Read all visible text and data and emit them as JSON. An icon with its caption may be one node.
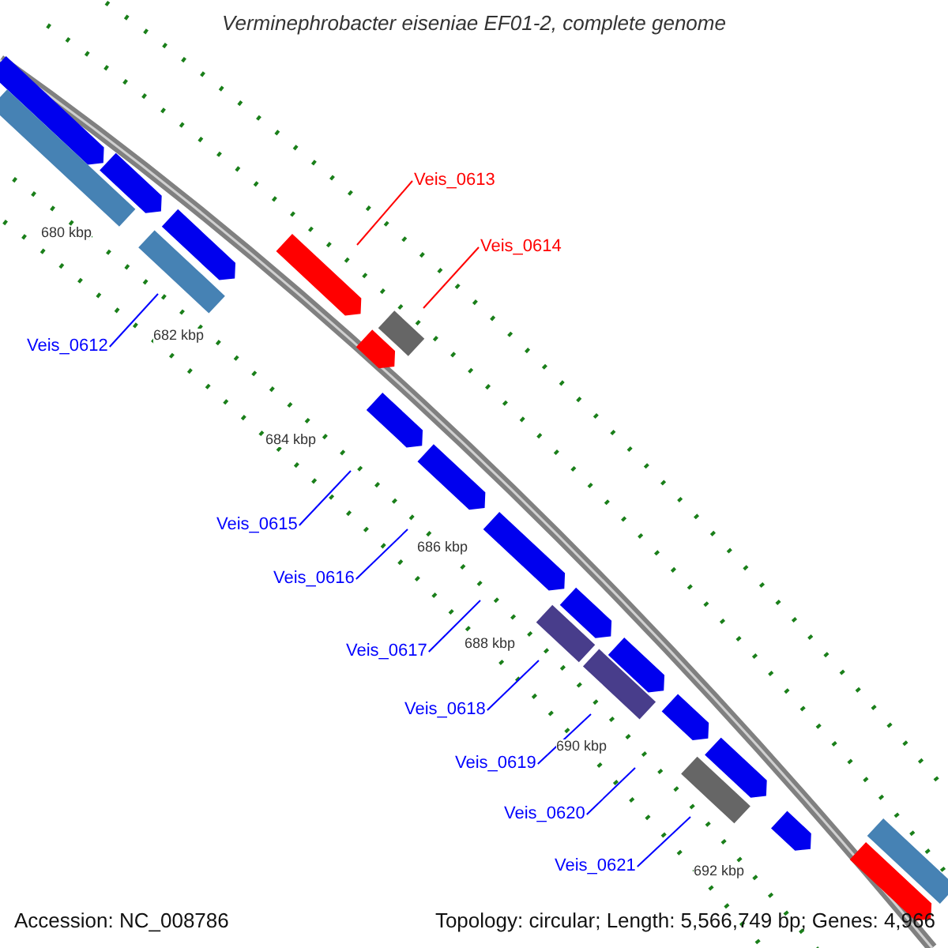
{
  "diagram": {
    "title": "Verminephrobacter eiseniae EF01-2, complete genome",
    "nodes": [
      {
        "text": [
          "Veis_0612"
        ]
      },
      {
        "text": [
          "Veis_0613"
        ]
      },
      {
        "text": [
          "Veis_0614"
        ]
      },
      {
        "text": [
          "Veis_0615"
        ]
      },
      {
        "text": [
          "Veis_0616"
        ]
      },
      {
        "text": [
          "Veis_0617"
        ]
      },
      {
        "text": [
          "Veis_0618"
        ]
      },
      {
        "text": [
          "Veis_0619"
        ]
      },
      {
        "text": [
          "Veis_0620"
        ]
      },
      {
        "text": [
          "Veis_0621"
        ]
      }
    ],
    "edges": [
      {
        "from": 0,
        "to": null,
        "arrow": "none"
      },
      {
        "from": 1,
        "to": null,
        "arrow": "none",
        "color": "#ff0000"
      },
      {
        "from": 2,
        "to": null,
        "arrow": "none",
        "color": "#ff0000"
      },
      {
        "from": 3,
        "to": null,
        "arrow": "none"
      },
      {
        "from": 4,
        "to": null,
        "arrow": "none"
      },
      {
        "from": 5,
        "to": null,
        "arrow": "none"
      },
      {
        "from": 6,
        "to": null,
        "arrow": "none"
      },
      {
        "from": 7,
        "to": null,
        "arrow": "none"
      },
      {
        "from": 8,
        "to": null,
        "arrow": "none"
      },
      {
        "from": 9,
        "to": null,
        "arrow": "none"
      }
    ],
    "labels": [
      "680 kbp",
      "682 kbp",
      "684 kbp",
      "686 kbp",
      "688 kbp",
      "690 kbp",
      "692 kbp",
      "Accession: NC_008786",
      "Topology: circular; Length: 5,566,749 bp; Genes: 4,966"
    ]
  }
}
